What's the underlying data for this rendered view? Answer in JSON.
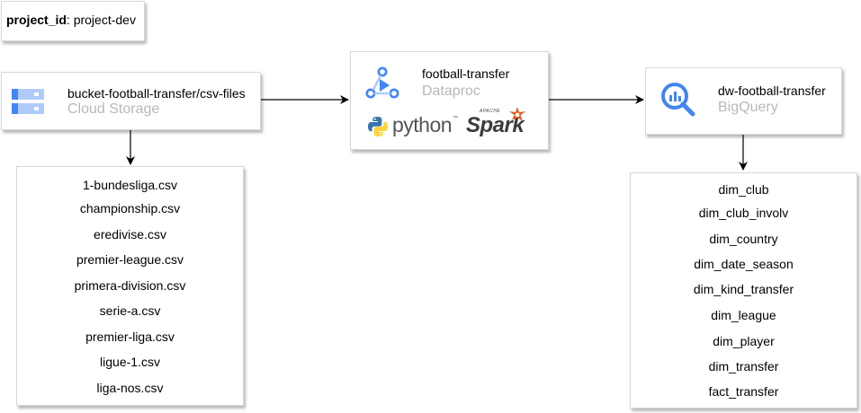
{
  "project": {
    "key": "project_id",
    "sep": ": ",
    "value": "project-dev"
  },
  "storage": {
    "title": "bucket-football-transfer/csv-files",
    "service": "Cloud Storage"
  },
  "dataproc": {
    "title": "football-transfer",
    "service": "Dataproc",
    "python_label": "python",
    "spark_top": "APACHE",
    "spark_label": "Spark"
  },
  "bigquery": {
    "title": "dw-football-transfer",
    "service": "BigQuery"
  },
  "files": [
    "1-bundesliga.csv",
    "championship.csv",
    "eredivise.csv",
    "premier-league.csv",
    "primera-division.csv",
    "serie-a.csv",
    "premier-liga.csv",
    "ligue-1.csv",
    "liga-nos.csv"
  ],
  "tables": [
    "dim_club",
    "dim_club_involv",
    "dim_country",
    "dim_date_season",
    "dim_kind_transfer",
    "dim_league",
    "dim_player",
    "dim_transfer",
    "fact_transfer"
  ],
  "colors": {
    "gcp_blue": "#4285f4",
    "gcp_blue_light": "#aecbfa",
    "python_blue": "#3776ab",
    "python_yellow": "#ffd43b",
    "spark_orange": "#e25a1c",
    "subtitle_gray": "#b8b8b8"
  }
}
